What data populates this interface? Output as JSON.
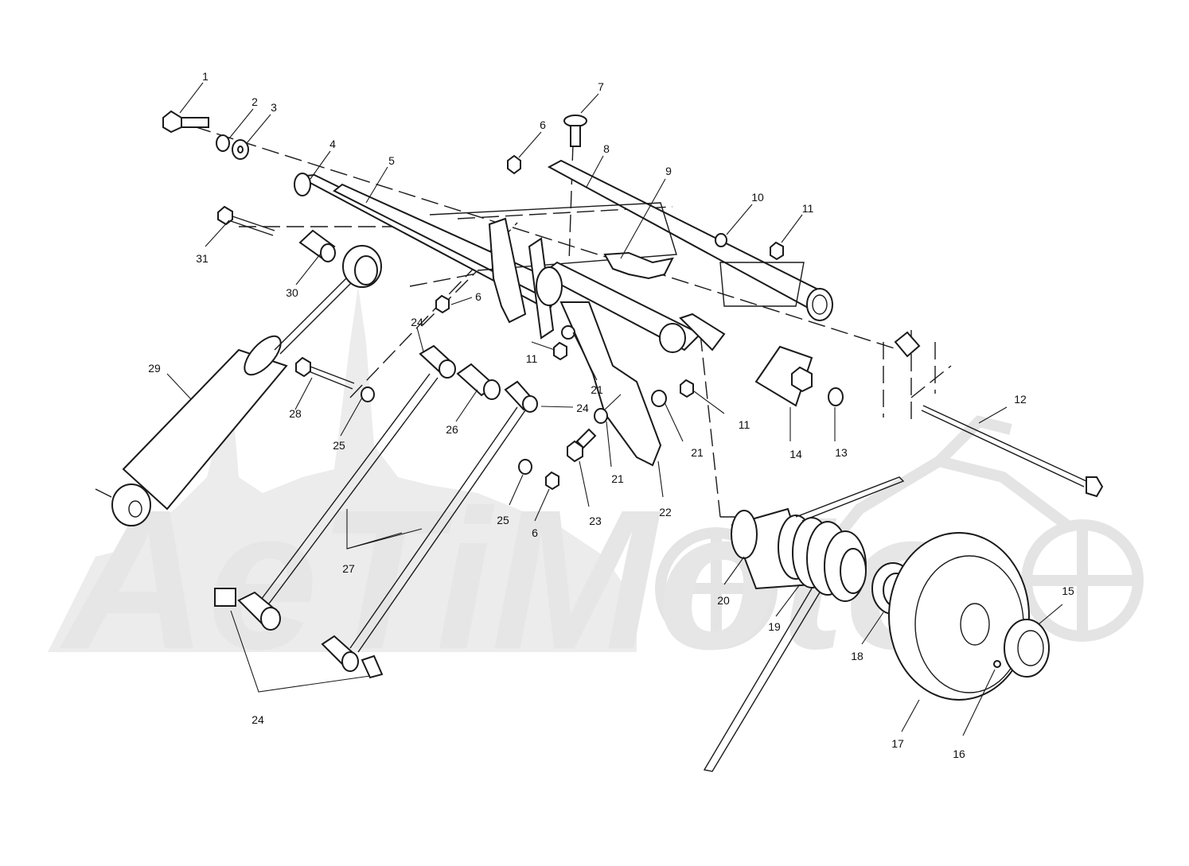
{
  "watermark": {
    "text": "AeTiMoto"
  },
  "callouts": [
    {
      "id": "c1",
      "label": "1"
    },
    {
      "id": "c2",
      "label": "2"
    },
    {
      "id": "c3",
      "label": "3"
    },
    {
      "id": "c4",
      "label": "4"
    },
    {
      "id": "c5",
      "label": "5"
    },
    {
      "id": "c6a",
      "label": "6"
    },
    {
      "id": "c7",
      "label": "7"
    },
    {
      "id": "c8",
      "label": "8"
    },
    {
      "id": "c9",
      "label": "9"
    },
    {
      "id": "c10",
      "label": "10"
    },
    {
      "id": "c11a",
      "label": "11"
    },
    {
      "id": "c12",
      "label": "12"
    },
    {
      "id": "c31",
      "label": "31"
    },
    {
      "id": "c30",
      "label": "30"
    },
    {
      "id": "c6b",
      "label": "6"
    },
    {
      "id": "c24a",
      "label": "24"
    },
    {
      "id": "c11b",
      "label": "11"
    },
    {
      "id": "c21a",
      "label": "21"
    },
    {
      "id": "c29",
      "label": "29"
    },
    {
      "id": "c28",
      "label": "28"
    },
    {
      "id": "c25a",
      "label": "25"
    },
    {
      "id": "c26",
      "label": "26"
    },
    {
      "id": "c24b",
      "label": "24"
    },
    {
      "id": "c21b",
      "label": "21"
    },
    {
      "id": "c11c",
      "label": "11"
    },
    {
      "id": "c14",
      "label": "14"
    },
    {
      "id": "c13",
      "label": "13"
    },
    {
      "id": "c21c",
      "label": "21"
    },
    {
      "id": "c23",
      "label": "23"
    },
    {
      "id": "c22",
      "label": "22"
    },
    {
      "id": "c25b",
      "label": "25"
    },
    {
      "id": "c6c",
      "label": "6"
    },
    {
      "id": "c27",
      "label": "27"
    },
    {
      "id": "c20",
      "label": "20"
    },
    {
      "id": "c19",
      "label": "19"
    },
    {
      "id": "c18",
      "label": "18"
    },
    {
      "id": "c15",
      "label": "15"
    },
    {
      "id": "c17",
      "label": "17"
    },
    {
      "id": "c16",
      "label": "16"
    },
    {
      "id": "c24c",
      "label": "24"
    }
  ]
}
